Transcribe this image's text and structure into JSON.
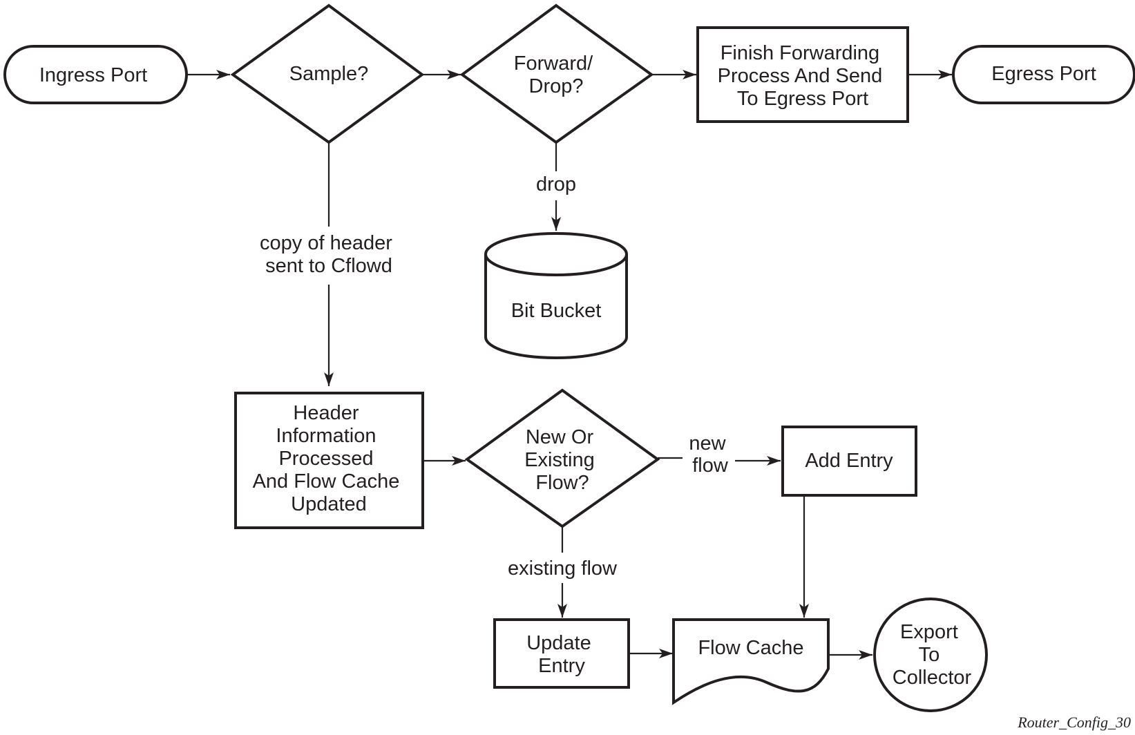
{
  "nodes": {
    "ingress_port": [
      "Ingress Port"
    ],
    "sample": [
      "Sample?"
    ],
    "forward_drop": [
      "Forward/",
      "Drop?"
    ],
    "finish_forwarding": [
      "Finish Forwarding",
      "Process And Send",
      "To Egress Port"
    ],
    "egress_port": [
      "Egress Port"
    ],
    "bit_bucket": [
      "Bit Bucket"
    ],
    "header_processed": [
      "Header",
      "Information",
      "Processed",
      "And Flow Cache",
      "Updated"
    ],
    "new_or_existing": [
      "New Or",
      "Existing",
      "Flow?"
    ],
    "add_entry": [
      "Add Entry"
    ],
    "update_entry": [
      "Update",
      "Entry"
    ],
    "flow_cache": [
      "Flow Cache"
    ],
    "export_collector": [
      "Export",
      "To",
      "Collector"
    ]
  },
  "edge_labels": {
    "drop": [
      "drop"
    ],
    "copy_header": [
      "copy of header",
      "sent to Cflowd"
    ],
    "new_flow": [
      "new",
      "flow"
    ],
    "existing_flow": [
      "existing flow"
    ]
  },
  "caption": "Router_Config_30"
}
